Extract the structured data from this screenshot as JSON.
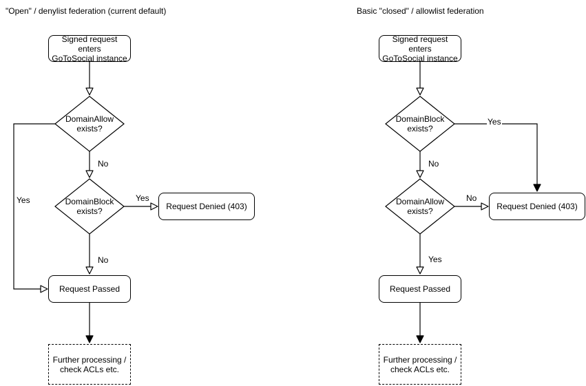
{
  "left": {
    "title": "\"Open\" / denylist federation (current default)",
    "nodes": {
      "start": "Signed request enters\nGoToSocial instance",
      "decision1": "DomainAllow\nexists?",
      "decision2": "DomainBlock\nexists?",
      "denied": "Request Denied (403)",
      "passed": "Request Passed",
      "further": "Further processing /\ncheck ACLs etc."
    },
    "edge_labels": {
      "decision1_yes": "Yes",
      "decision1_no": "No",
      "decision2_yes": "Yes",
      "decision2_no": "No"
    }
  },
  "right": {
    "title": "Basic \"closed\" / allowlist federation",
    "nodes": {
      "start": "Signed request enters\nGoToSocial instance",
      "decision1": "DomainBlock\nexists?",
      "decision2": "DomainAllow\nexists?",
      "denied": "Request Denied (403)",
      "passed": "Request Passed",
      "further": "Further processing /\ncheck ACLs etc."
    },
    "edge_labels": {
      "decision1_yes": "Yes",
      "decision1_no": "No",
      "decision2_no": "No",
      "decision2_yes": "Yes"
    }
  },
  "colors": {
    "stroke": "#000000",
    "background": "#ffffff"
  }
}
